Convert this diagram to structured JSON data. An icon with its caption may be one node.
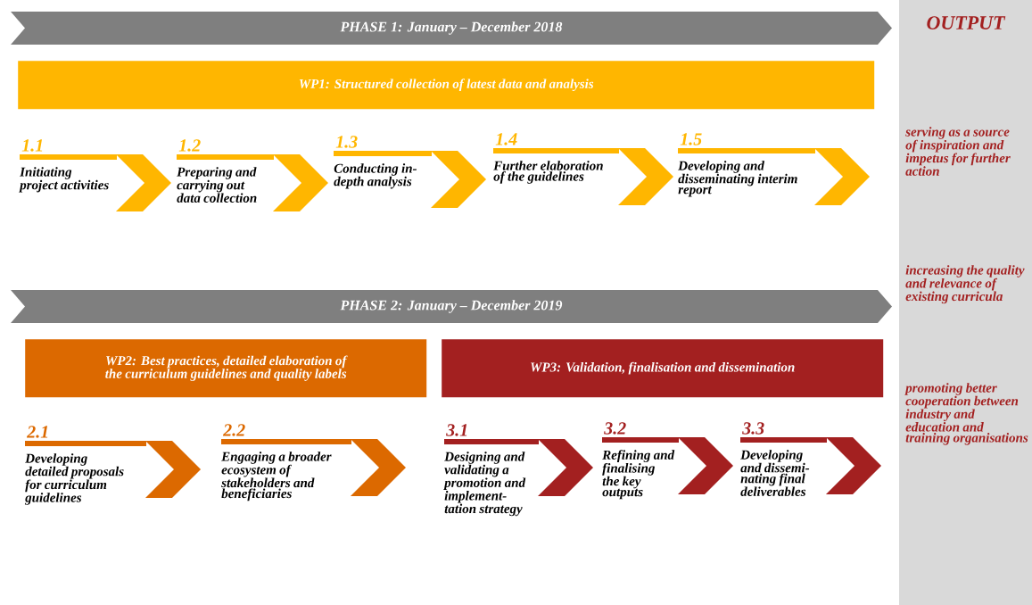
{
  "diagram": {
    "nodes": [
      {
        "text": [
          "PHASE 1: January – December 2018"
        ]
      },
      {
        "text": [
          "WP1: Structured collection of latest data and analysis"
        ]
      },
      {
        "text": [
          "1.1",
          "Initiating project activities"
        ]
      },
      {
        "text": [
          "1.2",
          "Preparing and carrying out data collection"
        ]
      },
      {
        "text": [
          "1.3",
          "Conducting in-depth analysis"
        ]
      },
      {
        "text": [
          "1.4",
          "Further elaboration of the guidelines"
        ]
      },
      {
        "text": [
          "1.5",
          "Developing and disseminating interim report"
        ]
      },
      {
        "text": [
          "OUTPUT",
          "serving as a source of inspiration and impetus for further action",
          "increasing the quality and relevance of existing curricula",
          "promoting better cooperation between industry and education and training organisations"
        ]
      },
      {
        "text": [
          "PHASE 2: January – December 2019"
        ]
      },
      {
        "text": [
          "WP2: Best practices, detailed elaboration of the curriculum guidelines and quality labels"
        ]
      },
      {
        "text": [
          "WP3: Validation, finalisation and dissemination"
        ]
      },
      {
        "text": [
          "2.1",
          "Developing detailed proposals for curriculum guidelines"
        ]
      },
      {
        "text": [
          "2.2",
          "Engaging a broader ecosystem of stakeholders and beneficiaries"
        ]
      },
      {
        "text": [
          "3.1",
          "Designing and validating a promotion and implement- tation strategy"
        ]
      },
      {
        "text": [
          "3.2",
          "Refining and finalising the key outputs"
        ]
      },
      {
        "text": [
          "3.3",
          "Developing and dissemi- nating final deliverables"
        ]
      }
    ],
    "edges": [
      {
        "from": 2,
        "to": 3,
        "arrow": "to"
      },
      {
        "from": 3,
        "to": 4,
        "arrow": "to"
      },
      {
        "from": 4,
        "to": 5,
        "arrow": "to"
      },
      {
        "from": 5,
        "to": 6,
        "arrow": "to"
      },
      {
        "from": 6,
        "to": 7,
        "arrow": "to"
      },
      {
        "from": 11,
        "to": 12,
        "arrow": "to",
        "color": "#dc6900"
      },
      {
        "from": 12,
        "to": 13,
        "arrow": "to",
        "color": "#dc6900"
      },
      {
        "from": 13,
        "to": 14,
        "arrow": "to",
        "color": "#a32020"
      },
      {
        "from": 14,
        "to": 15,
        "arrow": "to",
        "color": "#a32020"
      },
      {
        "from": 15,
        "to": 7,
        "arrow": "to",
        "color": "#a32020"
      }
    ]
  }
}
